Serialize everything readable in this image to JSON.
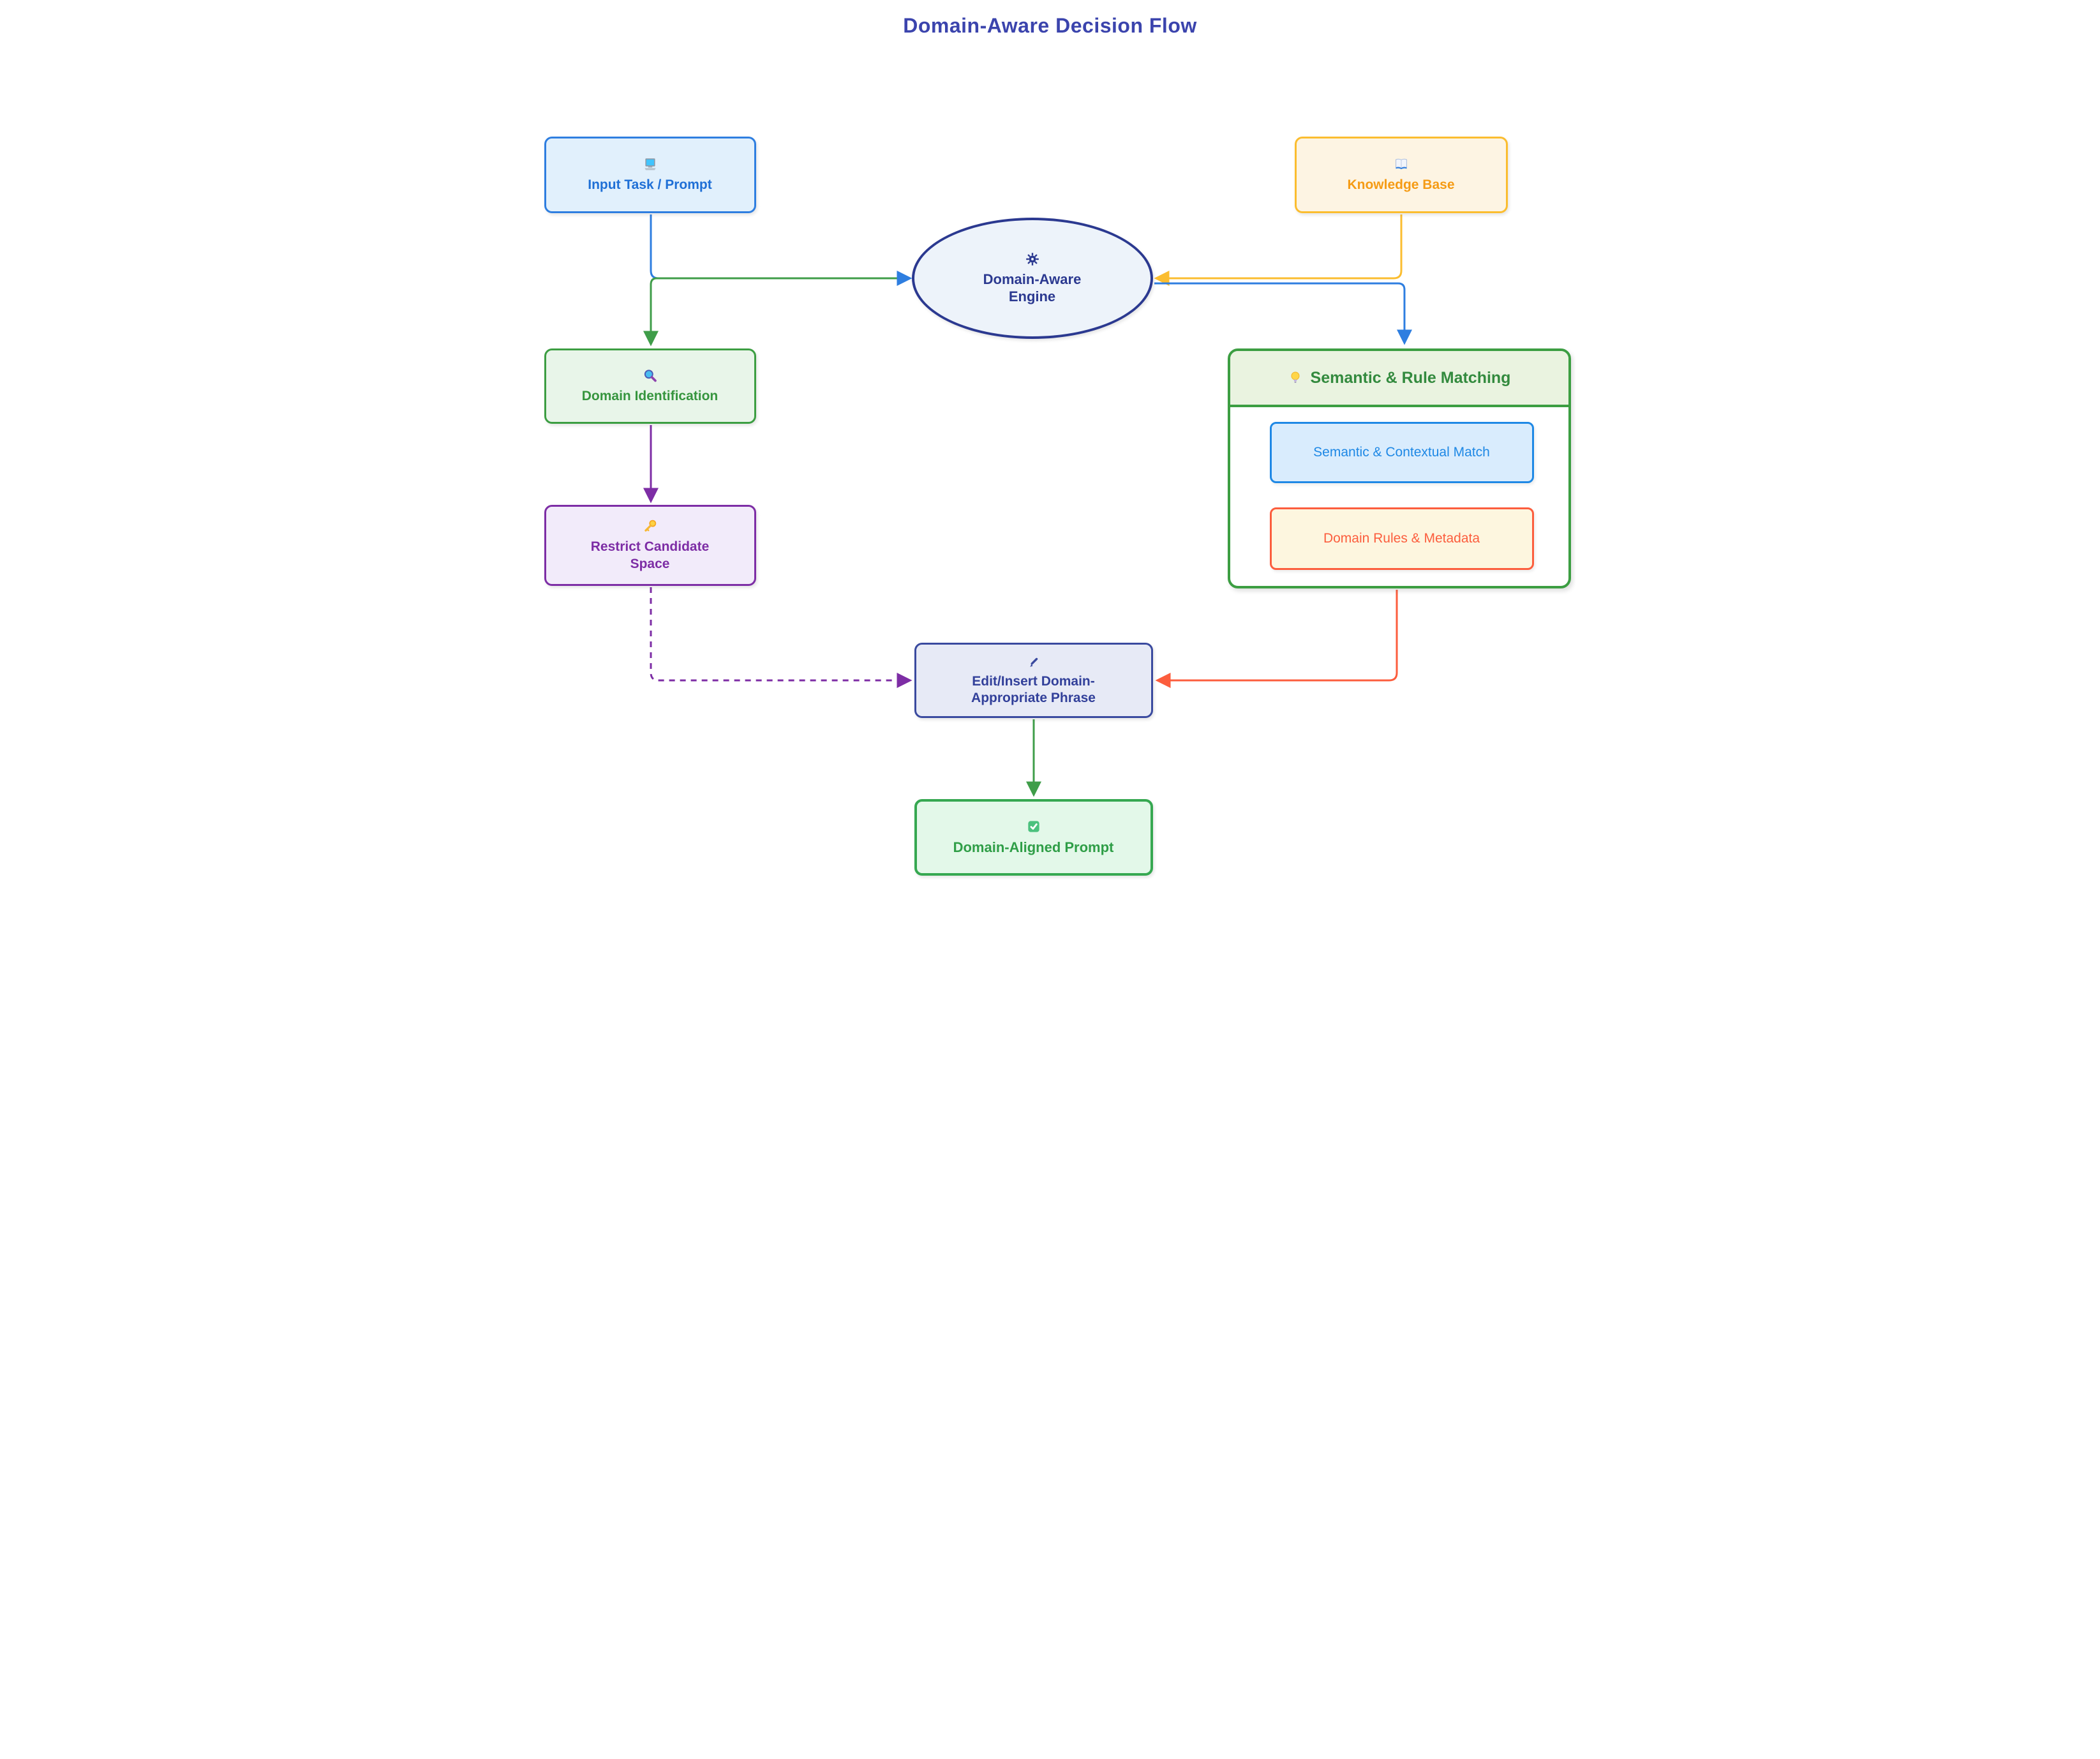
{
  "title": "Domain-Aware Decision Flow",
  "colors": {
    "title_text": "#3b44ad",
    "edge_green": "#3f9d49",
    "edge_blue": "#2e7ee0",
    "edge_yellow": "#fbbd2f",
    "edge_purple": "#7d2da5",
    "edge_orange": "#fc5d3d"
  },
  "nodes": {
    "input_task": {
      "label": "Input Task / Prompt",
      "icon": "computer",
      "shape": "rounded-rect",
      "border": "#2e7ee0",
      "background": "#e1f0fc",
      "text": "#1e6fd6"
    },
    "knowledge_base": {
      "label": "Knowledge Base",
      "icon": "open-book",
      "shape": "rounded-rect",
      "border": "#fbbd2f",
      "background": "#fdf4e3",
      "text": "#f59b14"
    },
    "engine": {
      "label": "Domain-Aware Engine",
      "icon": "gear",
      "shape": "ellipse",
      "border": "#2b3990",
      "background": "#edf3fa",
      "text": "#2b3990"
    },
    "domain_identification": {
      "label": "Domain Identification",
      "icon": "magnifying-glass",
      "shape": "rounded-rect",
      "border": "#3c9e42",
      "background": "#e8f5e9",
      "text": "#36953e"
    },
    "restrict_candidate_space": {
      "label": "Restrict Candidate Space",
      "icon": "key",
      "shape": "rounded-rect",
      "border": "#7d2da5",
      "background": "#f2ebfa",
      "text": "#7d2da5"
    },
    "semantic_rule_matching": {
      "label": "Semantic & Rule Matching",
      "icon": "light-bulb",
      "shape": "subgraph-container",
      "border": "#3c9e42",
      "header_background": "#eaf3e0",
      "text": "#338a3e",
      "body_background": "#ffffff",
      "children": {
        "semantic_contextual_match": {
          "label": "Semantic & Contextual Match",
          "border": "#1e88e5",
          "background": "#d9ecfd",
          "text": "#1e88e5"
        },
        "domain_rules_metadata": {
          "label": "Domain Rules & Metadata",
          "border": "#fc5d3d",
          "background": "#fdf6df",
          "text": "#fc5d3d"
        }
      }
    },
    "edit_insert_phrase": {
      "label": "Edit/Insert Domain-Appropriate Phrase",
      "icon": "pencil",
      "shape": "rounded-rect",
      "border": "#3a4a9f",
      "background": "#e7eaf6",
      "text": "#32409a"
    },
    "domain_aligned_prompt": {
      "label": "Domain-Aligned Prompt",
      "icon": "check-mark",
      "shape": "rounded-rect",
      "border": "#36a851",
      "background": "#e3f8e9",
      "text": "#2f9e47"
    }
  },
  "edges": [
    {
      "from": "input_task",
      "to": "engine",
      "style": "solid",
      "line_color": "#3f9d49",
      "stem_color": "#2e7ee0",
      "arrowhead_color": "#2e7ee0"
    },
    {
      "from": "input_task",
      "to": "domain_identification",
      "style": "solid",
      "line_color": "#3f9d49",
      "arrowhead_color": "#3f9d49"
    },
    {
      "from": "knowledge_base",
      "to": "engine",
      "style": "solid",
      "line_color": "#fbbd2f",
      "arrowhead_color": "#fbbd2f"
    },
    {
      "from": "engine",
      "to": "semantic_rule_matching",
      "style": "solid",
      "line_color": "#2e7ee0",
      "arrowhead_color": "#2e7ee0"
    },
    {
      "from": "domain_identification",
      "to": "restrict_candidate_space",
      "style": "solid",
      "line_color": "#7d2da5",
      "arrowhead_color": "#7d2da5"
    },
    {
      "from": "restrict_candidate_space",
      "to": "edit_insert_phrase",
      "style": "dashed",
      "line_color": "#7d2da5",
      "arrowhead_color": "#7d2da5"
    },
    {
      "from": "semantic_rule_matching",
      "to": "edit_insert_phrase",
      "style": "solid",
      "line_color": "#fc5d3d",
      "arrowhead_color": "#fc5d3d"
    },
    {
      "from": "edit_insert_phrase",
      "to": "domain_aligned_prompt",
      "style": "solid",
      "line_color": "#3f9d49",
      "arrowhead_color": "#3f9d49"
    }
  ]
}
